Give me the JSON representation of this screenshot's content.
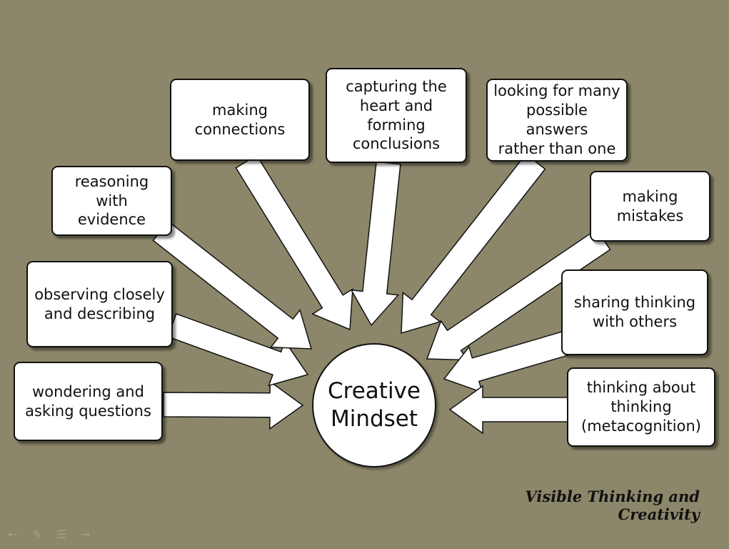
{
  "center": {
    "label": "Creative\nMindset"
  },
  "nodes": [
    {
      "id": "wondering",
      "label": "wondering and\nasking questions"
    },
    {
      "id": "observing",
      "label": "observing closely\nand describing"
    },
    {
      "id": "reasoning",
      "label": "reasoning with\nevidence"
    },
    {
      "id": "connections",
      "label": "making\nconnections"
    },
    {
      "id": "capturing",
      "label": "capturing the\nheart and\nforming\nconclusions"
    },
    {
      "id": "many-answers",
      "label": "looking for many\npossible answers\nrather than one"
    },
    {
      "id": "mistakes",
      "label": "making\nmistakes"
    },
    {
      "id": "sharing",
      "label": "sharing thinking\nwith others"
    },
    {
      "id": "metacognition",
      "label": "thinking about\nthinking\n(metacognition)"
    }
  ],
  "footer": {
    "title": "Visible Thinking and Creativity"
  },
  "nav": {
    "icons": [
      "arrow-left-icon",
      "pen-icon",
      "menu-icon",
      "arrow-right-icon"
    ]
  },
  "colors": {
    "background": "#8c876a",
    "box": "#ffffff",
    "border": "#111111"
  }
}
